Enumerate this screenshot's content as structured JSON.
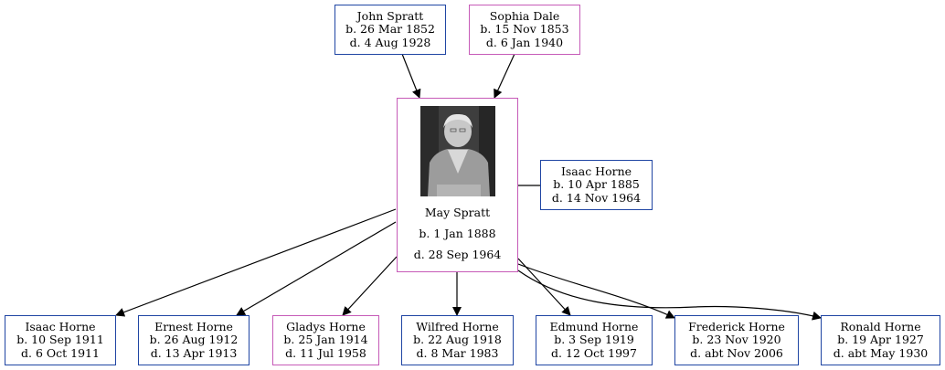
{
  "colors": {
    "male_border": "#1f45a3",
    "female_border": "#c65bb8",
    "edge": "#000000"
  },
  "parents": [
    {
      "id": "john",
      "sex": "male",
      "name": "John Spratt",
      "born": "b. 26 Mar 1852",
      "died": "d. 4 Aug 1928"
    },
    {
      "id": "sophia",
      "sex": "female",
      "name": "Sophia Dale",
      "born": "b. 15 Nov 1853",
      "died": "d. 6 Jan 1940"
    }
  ],
  "focus": {
    "id": "may",
    "sex": "female",
    "name": "May Spratt",
    "born": "b. 1 Jan 1888",
    "died": "d. 28 Sep 1964",
    "photo": "portrait-photo"
  },
  "spouse": {
    "id": "isaac_sr",
    "sex": "male",
    "name": "Isaac Horne",
    "born": "b. 10 Apr 1885",
    "died": "d. 14 Nov 1964"
  },
  "children": [
    {
      "id": "isaac_jr",
      "sex": "male",
      "name": "Isaac Horne",
      "born": "b. 10 Sep 1911",
      "died": "d. 6 Oct 1911"
    },
    {
      "id": "ernest",
      "sex": "male",
      "name": "Ernest Horne",
      "born": "b. 26 Aug 1912",
      "died": "d. 13 Apr 1913"
    },
    {
      "id": "gladys",
      "sex": "female",
      "name": "Gladys Horne",
      "born": "b. 25 Jan 1914",
      "died": "d. 11 Jul 1958"
    },
    {
      "id": "wilfred",
      "sex": "male",
      "name": "Wilfred Horne",
      "born": "b. 22 Aug 1918",
      "died": "d. 8 Mar 1983"
    },
    {
      "id": "edmund",
      "sex": "male",
      "name": "Edmund Horne",
      "born": "b. 3 Sep 1919",
      "died": "d. 12 Oct 1997"
    },
    {
      "id": "frederick",
      "sex": "male",
      "name": "Frederick Horne",
      "born": "b. 23 Nov 1920",
      "died": "d. abt Nov 2006"
    },
    {
      "id": "ronald",
      "sex": "male",
      "name": "Ronald Horne",
      "born": "b. 19 Apr 1927",
      "died": "d. abt May 1930"
    }
  ]
}
